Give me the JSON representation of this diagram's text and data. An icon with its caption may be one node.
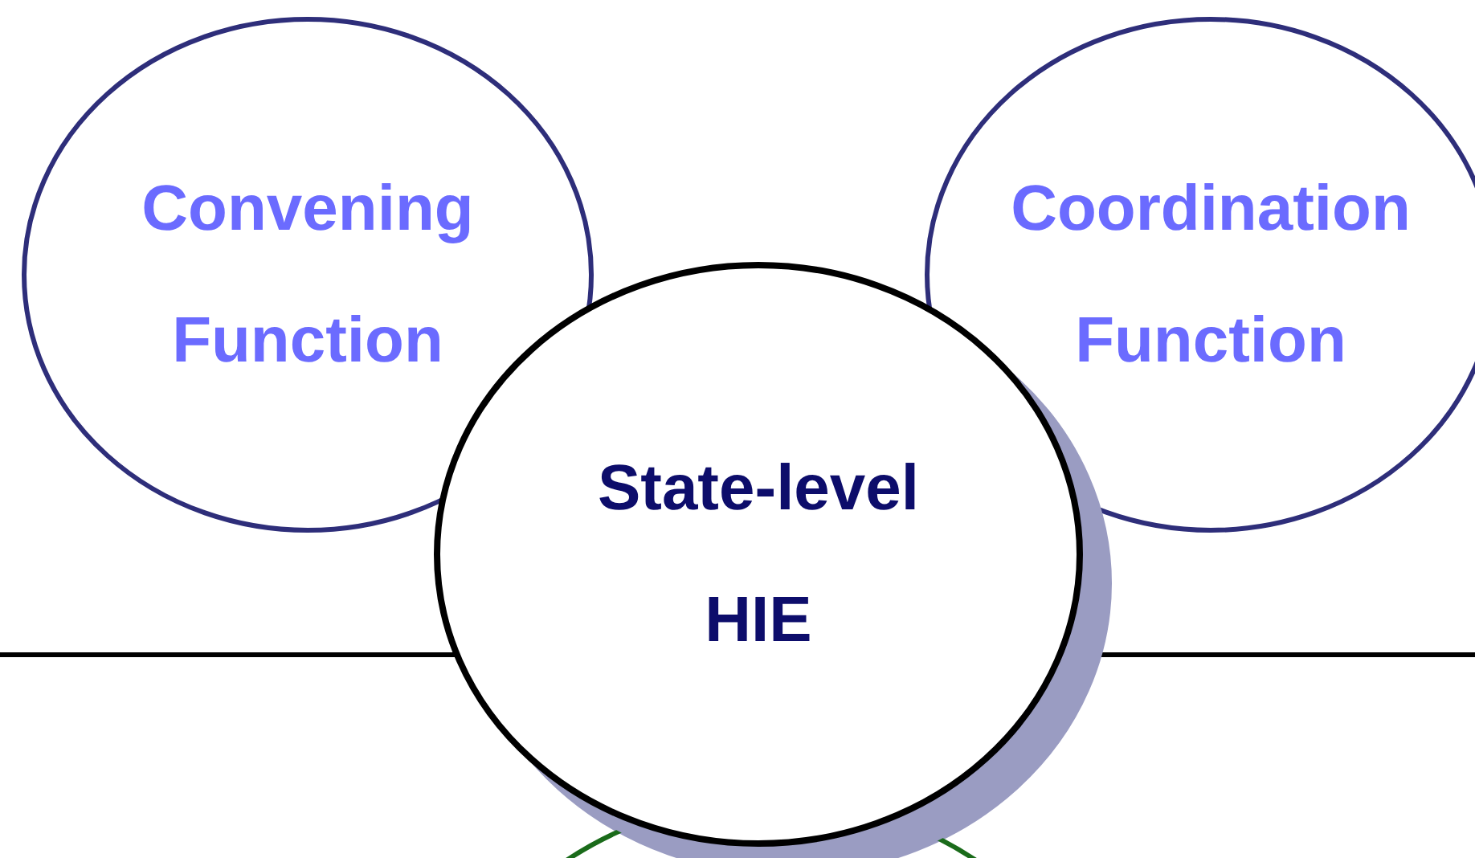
{
  "diagram": {
    "nodes": [
      {
        "text": [
          "Convening Function"
        ]
      },
      {
        "text": [
          "Coordination Function"
        ]
      },
      {
        "text": [
          "State-level HIE"
        ]
      },
      {
        "text": [],
        "shape": "circle"
      }
    ]
  }
}
